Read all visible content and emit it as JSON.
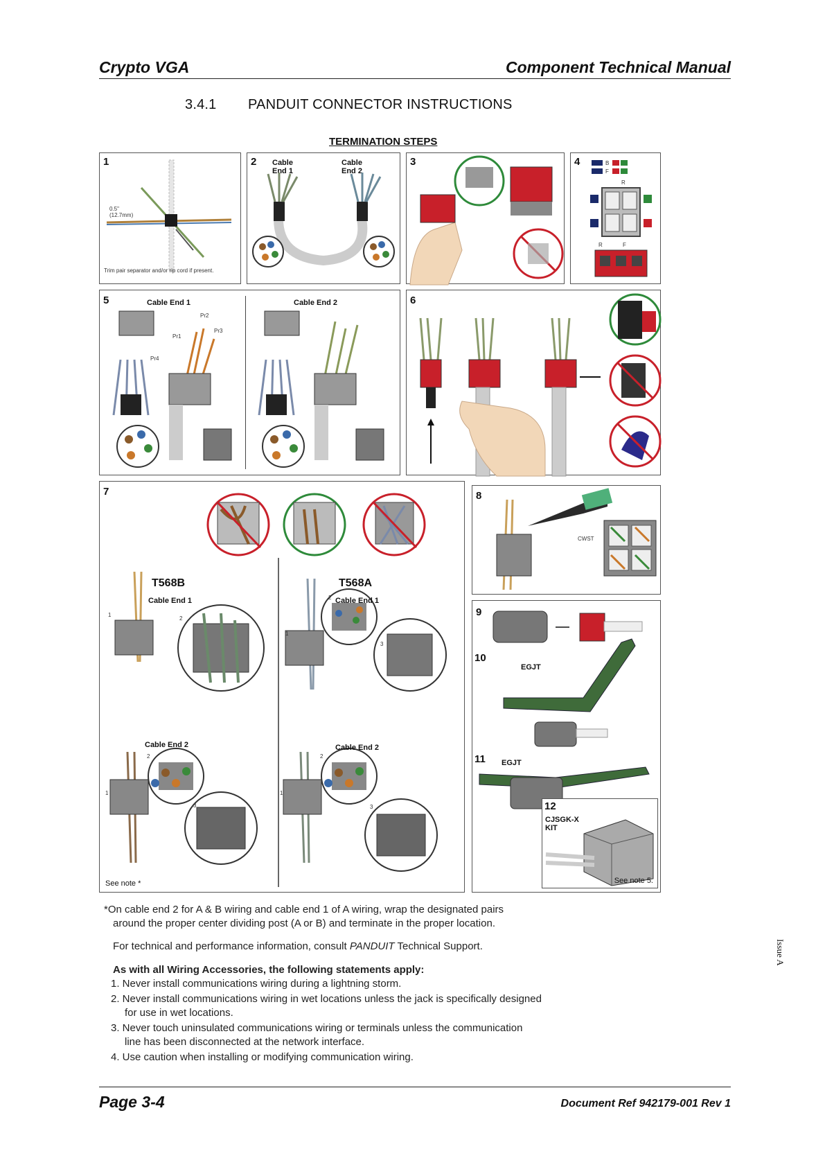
{
  "header": {
    "left": "Crypto VGA",
    "right": "Component Technical Manual"
  },
  "section": {
    "number": "3.4.1",
    "title": "PANDUIT CONNECTOR INSTRUCTIONS"
  },
  "figure": {
    "title": "TERMINATION STEPS",
    "panel1": {
      "num": "1",
      "dim": "0.5\"\n(12.7mm)",
      "caption": "Trim pair separator and/or rip cord if present."
    },
    "panel2": {
      "num": "2",
      "end1": "Cable\nEnd 1",
      "end2": "Cable\nEnd 2"
    },
    "panel3": {
      "num": "3"
    },
    "panel4": {
      "num": "4",
      "b": "B",
      "f": "F",
      "r": "R",
      "rb": "R",
      "fb": "F"
    },
    "panel5": {
      "num": "5",
      "end1": "Cable End 1",
      "end2": "Cable End 2",
      "pr1": "Pr1",
      "pr2": "Pr2",
      "pr3": "Pr3",
      "pr4": "Pr4"
    },
    "panel6": {
      "num": "6"
    },
    "panel7": {
      "num": "7",
      "t568b": "T568B",
      "t568a": "T568A",
      "end1": "Cable End 1",
      "end2": "Cable End 2",
      "n1": "1",
      "n2": "2",
      "n3": "3",
      "see_note": "See note *"
    },
    "panel8": {
      "num": "8",
      "cwst": "CWST"
    },
    "panel9": {
      "num": "9"
    },
    "panel10": {
      "num": "10",
      "egjt": "EGJT"
    },
    "panel11": {
      "num": "11",
      "egjt": "EGJT"
    },
    "panel12": {
      "num": "12",
      "kit": "CJSGK-X\nKIT",
      "see_note": "See note 5."
    }
  },
  "notes": {
    "star_line1": "*On cable end 2 for A & B wiring and cable end 1 of A wiring, wrap the designated pairs",
    "star_line2": "around the proper center dividing post (A or B) and terminate in the proper location.",
    "tech_pre": "For technical and performance information, consult ",
    "tech_brand": "PANDUIT",
    "tech_post": " Technical Support.",
    "heading": "As with all Wiring Accessories, the following statements apply:",
    "items": [
      "1. Never install communications wiring during a lightning storm.",
      "2. Never install communications wiring in wet locations unless the jack is specifically designed",
      "for use in wet locations.",
      "3. Never touch uninsulated communications wiring or terminals unless the communication",
      "line has been disconnected at the network interface.",
      "4. Use caution when installing or modifying communication wiring."
    ]
  },
  "side_label": "Issue A",
  "footer": {
    "left": "Page 3-4",
    "right": "Document Ref 942179-001 Rev 1"
  },
  "colors": {
    "red": "#c8202a",
    "green": "#2e8a3a",
    "dark_green": "#3f6b3a",
    "skin": "#f2d7b8",
    "grey": "#777777"
  }
}
